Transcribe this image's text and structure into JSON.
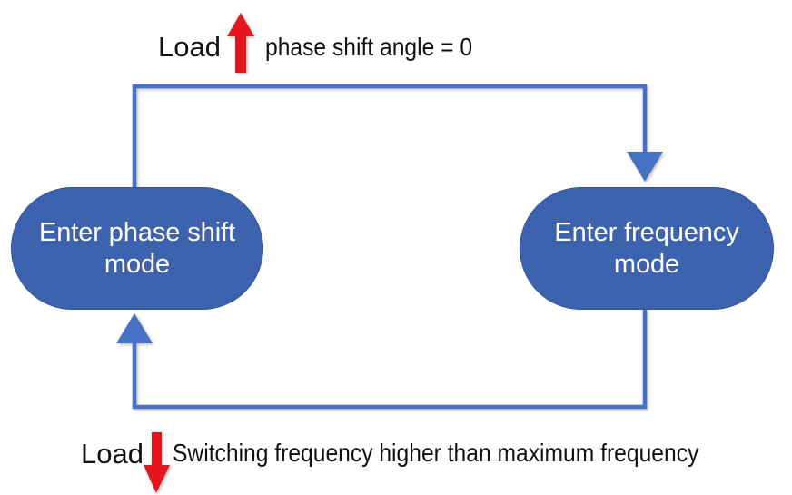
{
  "diagram": {
    "type": "state-transition",
    "background_color": "#FFFFFF",
    "node_fill_color": "#3D63AE",
    "node_text_color": "#FFFFFF",
    "connector_color": "#4472C4",
    "trigger_arrow_color": "#E2141F",
    "text_color": "#111111"
  },
  "nodes": [
    {
      "id": "phase-shift",
      "label": "Enter phase shift mode",
      "line1": "Enter phase shift",
      "line2": "mode"
    },
    {
      "id": "frequency",
      "label": "Enter frequency mode",
      "line1": "Enter frequency",
      "line2": "mode"
    }
  ],
  "transitions": [
    {
      "id": "phase-to-frequency",
      "from": "phase-shift",
      "to": "frequency",
      "trigger_label": "Load",
      "trigger_direction": "up",
      "condition": "phase shift angle = 0"
    },
    {
      "id": "frequency-to-phase",
      "from": "frequency",
      "to": "phase-shift",
      "trigger_label": "Load",
      "trigger_direction": "down",
      "condition": "Switching frequency higher than maximum frequency"
    }
  ],
  "annotations": {
    "top_load": "Load",
    "top_condition": "phase shift angle = 0",
    "bottom_load": "Load",
    "bottom_condition": "Switching frequency higher than maximum frequency"
  }
}
